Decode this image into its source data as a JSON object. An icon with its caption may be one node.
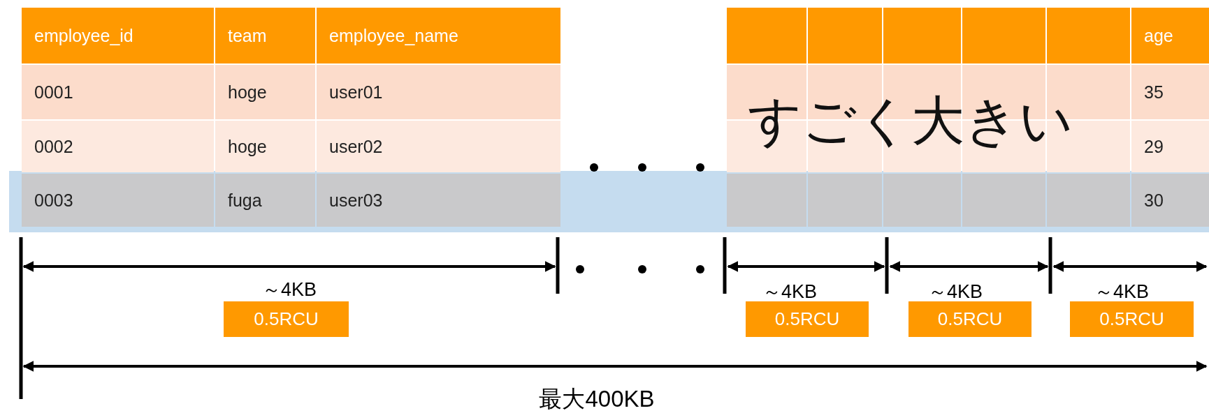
{
  "diagram": {
    "labels": [
      "employee_id",
      "team",
      "employee_name",
      "age",
      "0001",
      "hoge",
      "user01",
      "すごく大きい",
      "35",
      "0002",
      "hoge",
      "user02",
      "29",
      "0003",
      "fuga",
      "user03",
      "30",
      "～4KB",
      "～4KB",
      "～4KB",
      "～4KB",
      "0.5RCU",
      "0.5RCU",
      "0.5RCU",
      "0.5RCU",
      "最大400KB"
    ]
  }
}
